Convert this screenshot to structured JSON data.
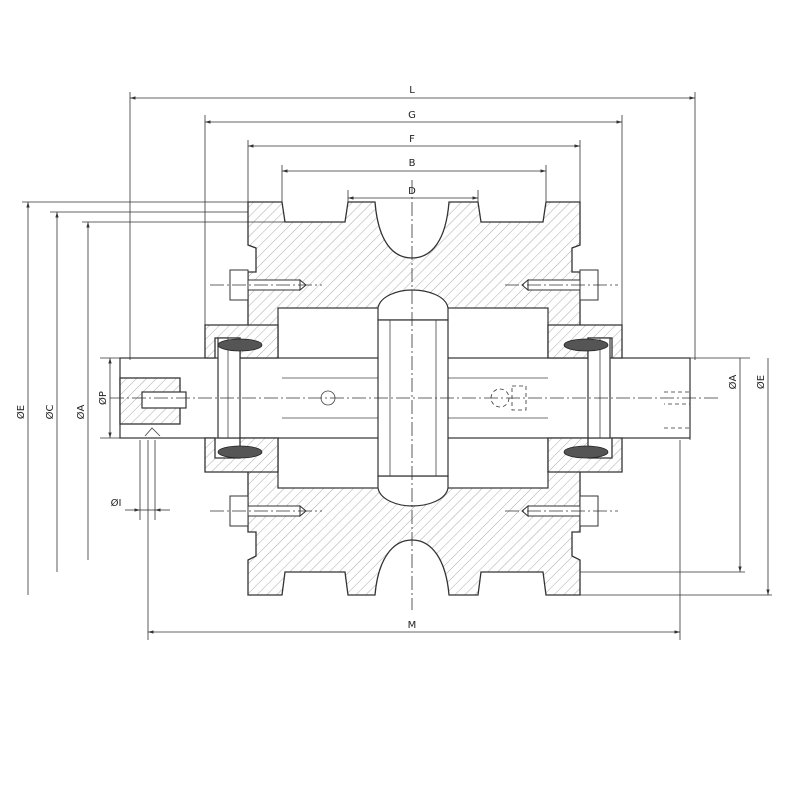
{
  "drawing": {
    "dimension_labels": {
      "L": "L",
      "G": "G",
      "F": "F",
      "B": "B",
      "D": "D",
      "M": "M",
      "phiE_left": "ØE",
      "phiC_left": "ØC",
      "phiA_left": "ØA",
      "phiP": "ØP",
      "phiI": "ØI",
      "phiA_right": "ØA",
      "phiE_right": "ØE"
    }
  }
}
